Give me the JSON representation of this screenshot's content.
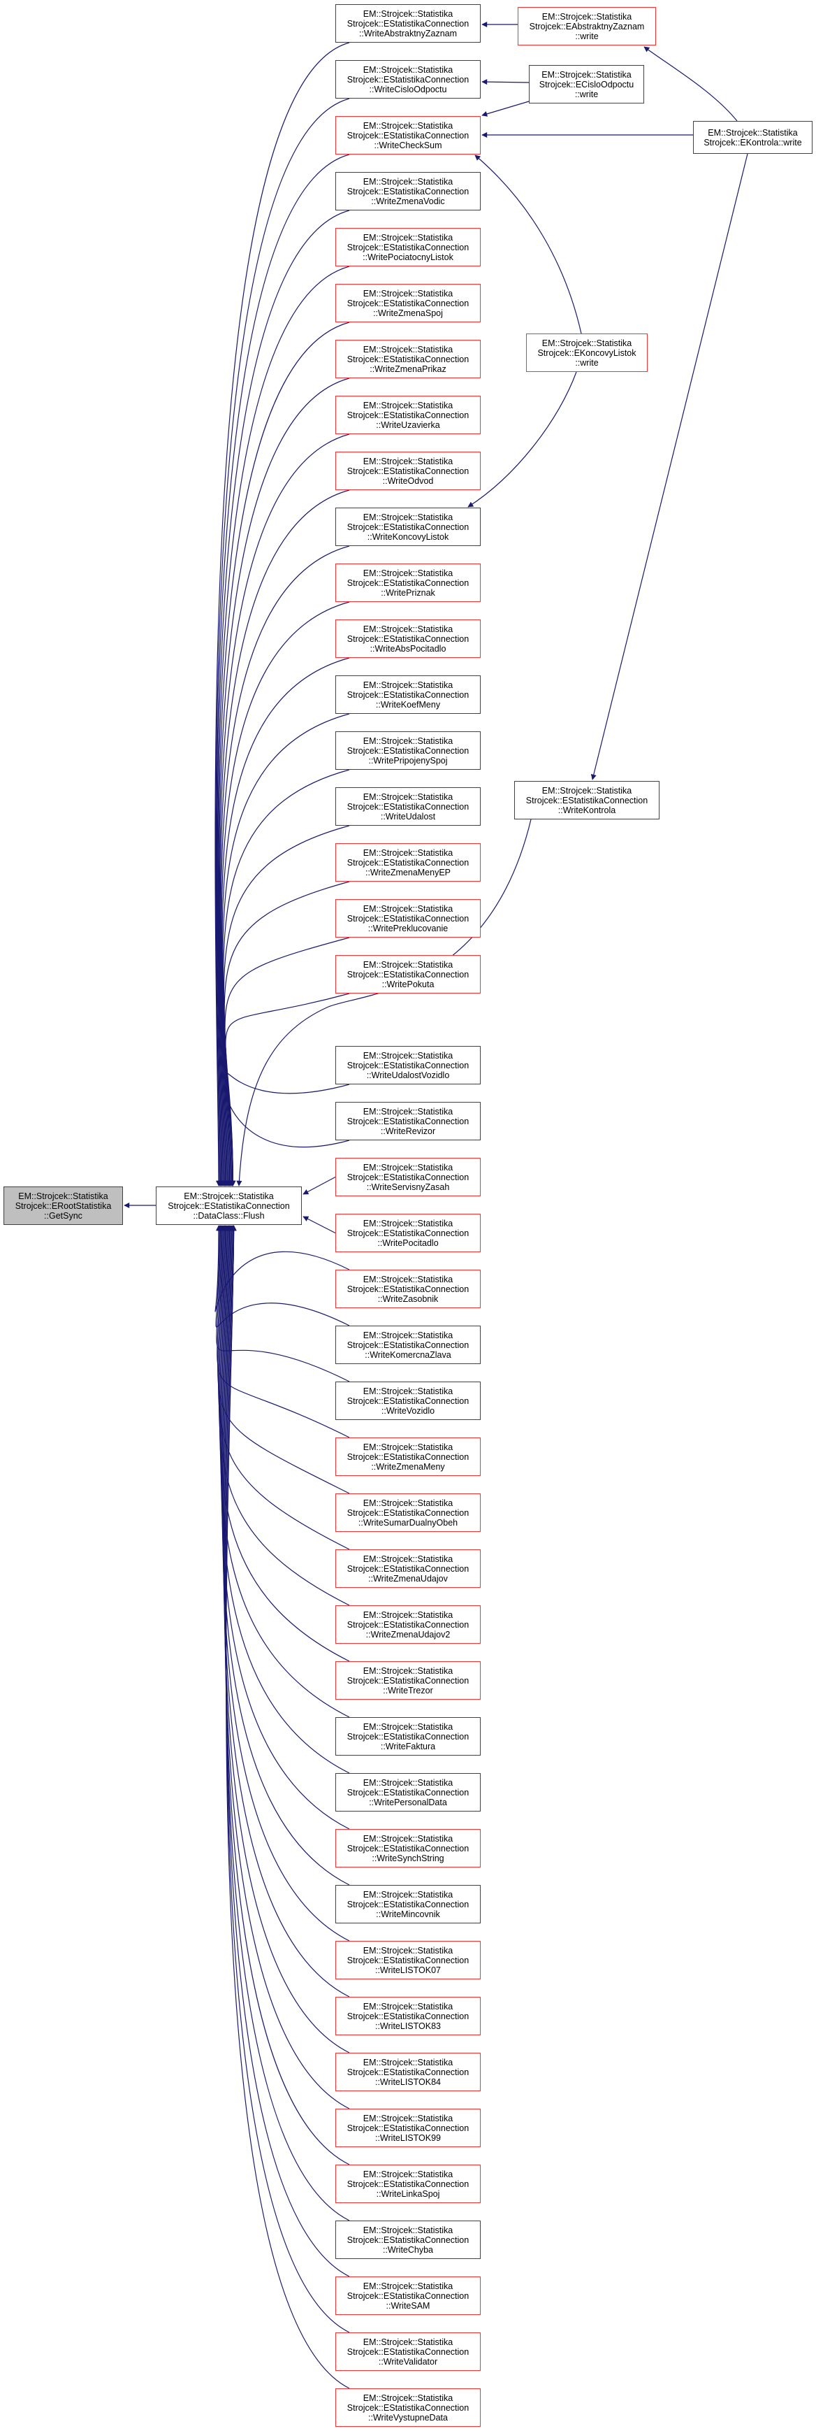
{
  "colors": {
    "edge": "#191970",
    "red_border": "#ff3030",
    "black_border": "#404040",
    "root_fill": "#bfbfbf"
  },
  "root": {
    "lines": [
      "EM::Strojcek::Statistika",
      "Strojcek::ERootStatistika",
      "::GetSync"
    ]
  },
  "flush": {
    "lines": [
      "EM::Strojcek::Statistika",
      "Strojcek::EStatistikaConnection",
      "::DataClass::Flush"
    ]
  },
  "prefix": [
    "EM::Strojcek::Statistika",
    "Strojcek::EStatistikaConnection"
  ],
  "callers": [
    {
      "name": "::WriteAbstraktnyZaznam",
      "red": false
    },
    {
      "name": "::WriteCisloOdpoctu",
      "red": false
    },
    {
      "name": "::WriteCheckSum",
      "red": true
    },
    {
      "name": "::WriteZmenaVodic",
      "red": false
    },
    {
      "name": "::WritePociatocnyListok",
      "red": true
    },
    {
      "name": "::WriteZmenaSpoj",
      "red": true
    },
    {
      "name": "::WriteZmenaPrikaz",
      "red": true
    },
    {
      "name": "::WriteUzavierka",
      "red": true
    },
    {
      "name": "::WriteOdvod",
      "red": true
    },
    {
      "name": "::WriteKoncovyListok",
      "red": false
    },
    {
      "name": "::WritePriznak",
      "red": true
    },
    {
      "name": "::WriteAbsPocitadlo",
      "red": true
    },
    {
      "name": "::WriteKoefMeny",
      "red": false
    },
    {
      "name": "::WritePripojenySpoj",
      "red": false
    },
    {
      "name": "::WriteUdalost",
      "red": false
    },
    {
      "name": "::WriteZmenaMenyEP",
      "red": true
    },
    {
      "name": "::WritePreklucovanie",
      "red": true
    },
    {
      "name": "::WritePokuta",
      "red": true
    },
    {
      "name": "::WriteUdalostVozidlo",
      "red": false
    },
    {
      "name": "::WriteRevizor",
      "red": false
    },
    {
      "name": "::WriteServisnyZasah",
      "red": true
    },
    {
      "name": "::WritePocitadlo",
      "red": true
    },
    {
      "name": "::WriteZasobnik",
      "red": true
    },
    {
      "name": "::WriteKomercnaZlava",
      "red": false
    },
    {
      "name": "::WriteVozidlo",
      "red": false
    },
    {
      "name": "::WriteZmenaMeny",
      "red": true
    },
    {
      "name": "::WriteSumarDualnyObeh",
      "red": true
    },
    {
      "name": "::WriteZmenaUdajov",
      "red": true
    },
    {
      "name": "::WriteZmenaUdajov2",
      "red": true
    },
    {
      "name": "::WriteTrezor",
      "red": true
    },
    {
      "name": "::WriteFaktura",
      "red": false
    },
    {
      "name": "::WritePersonalData",
      "red": false
    },
    {
      "name": "::WriteSynchString",
      "red": true
    },
    {
      "name": "::WriteMincovnik",
      "red": false
    },
    {
      "name": "::WriteLISTOK07",
      "red": true
    },
    {
      "name": "::WriteLISTOK83",
      "red": true
    },
    {
      "name": "::WriteLISTOK84",
      "red": true
    },
    {
      "name": "::WriteLISTOK99",
      "red": true
    },
    {
      "name": "::WriteLinkaSpoj",
      "red": true
    },
    {
      "name": "::WriteChyba",
      "red": false
    },
    {
      "name": "::WriteSAM",
      "red": true
    },
    {
      "name": "::WriteValidator",
      "red": true
    },
    {
      "name": "::WriteVystupneData",
      "red": true
    }
  ],
  "kontrola_caller": {
    "lines": [
      "EM::Strojcek::Statistika",
      "Strojcek::EStatistikaConnection",
      "::WriteKontrola"
    ],
    "red": false
  },
  "writers": {
    "abstraktny": {
      "lines": [
        "EM::Strojcek::Statistika",
        "Strojcek::EAbstraktnyZaznam",
        "::write"
      ],
      "red": true
    },
    "cislo": {
      "lines": [
        "EM::Strojcek::Statistika",
        "Strojcek::ECisloOdpoctu",
        "::write"
      ],
      "red": false
    },
    "kontrola": {
      "lines": [
        "EM::Strojcek::Statistika",
        "Strojcek::EKontrola::write"
      ],
      "red": false
    },
    "koncovy": {
      "lines": [
        "EM::Strojcek::Statistika",
        "Strojcek::EKoncovyListok",
        "::write"
      ],
      "red": true
    }
  }
}
